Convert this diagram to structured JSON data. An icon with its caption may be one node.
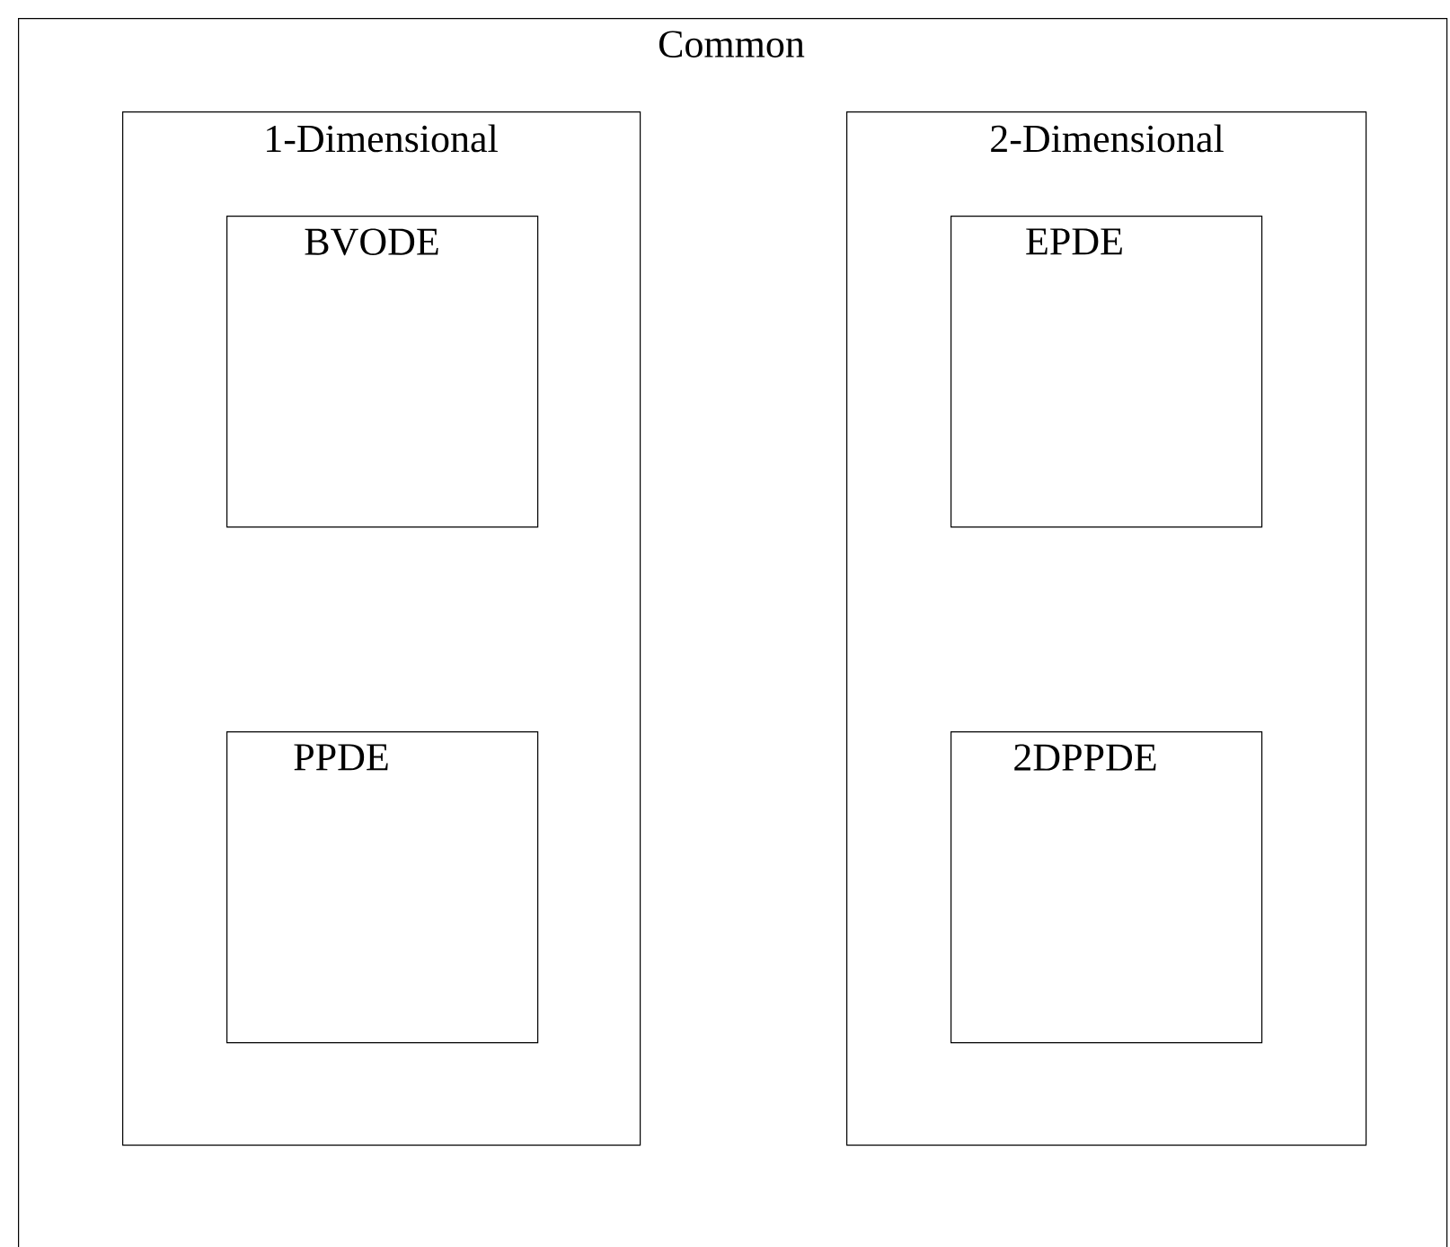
{
  "diagram": {
    "nodes": [
      {
        "text": [
          "Common"
        ]
      },
      {
        "text": [
          "1-Dimensional"
        ],
        "in": 0
      },
      {
        "text": [
          "BVODE"
        ],
        "in": 1
      },
      {
        "text": [
          "PPDE"
        ],
        "in": 1
      },
      {
        "text": [
          "2-Dimensional"
        ],
        "in": 0
      },
      {
        "text": [
          "EPDE"
        ],
        "in": 4
      },
      {
        "text": [
          "2DPPDE"
        ],
        "in": 4
      }
    ]
  }
}
